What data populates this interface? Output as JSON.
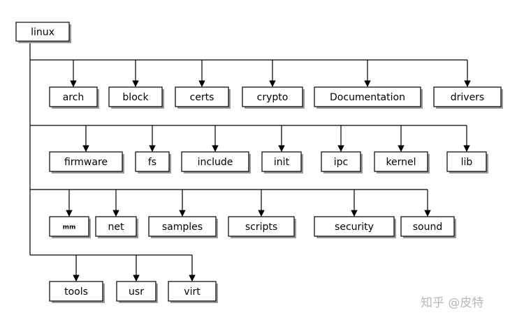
{
  "root": "linux",
  "rows": [
    [
      "arch",
      "block",
      "certs",
      "crypto",
      "Documentation",
      "drivers"
    ],
    [
      "firmware",
      "fs",
      "include",
      "init",
      "ipc",
      "kernel",
      "lib"
    ],
    [
      "mm",
      "net",
      "samples",
      "scripts",
      "security",
      "sound"
    ],
    [
      "tools",
      "usr",
      "virt"
    ]
  ],
  "watermark": "知乎 @皮特"
}
